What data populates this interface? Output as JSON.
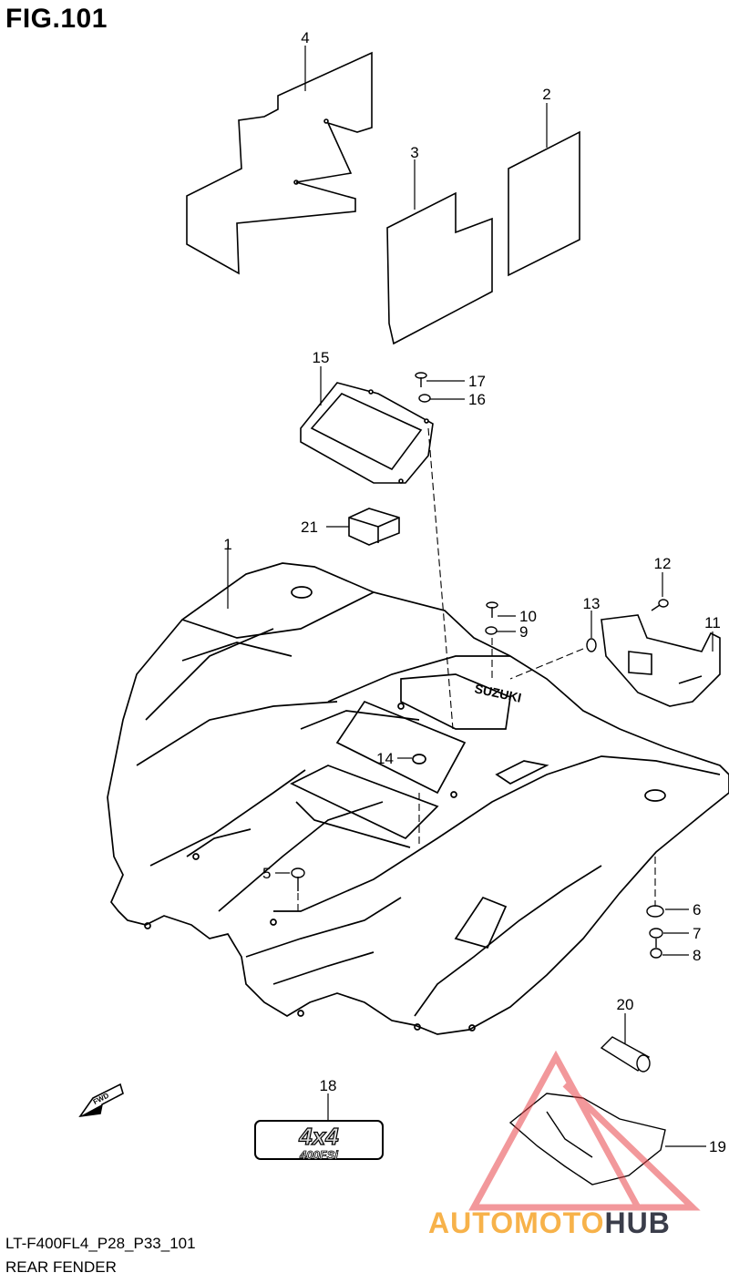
{
  "figure": {
    "title": "FIG.101",
    "code": "LT-F400FL4_P28_P33_101",
    "name": "REAR FENDER"
  },
  "callouts": [
    {
      "id": "c1",
      "label": "1"
    },
    {
      "id": "c2",
      "label": "2"
    },
    {
      "id": "c3",
      "label": "3"
    },
    {
      "id": "c4",
      "label": "4"
    },
    {
      "id": "c5",
      "label": "5"
    },
    {
      "id": "c6",
      "label": "6"
    },
    {
      "id": "c7",
      "label": "7"
    },
    {
      "id": "c8",
      "label": "8"
    },
    {
      "id": "c9",
      "label": "9"
    },
    {
      "id": "c10",
      "label": "10"
    },
    {
      "id": "c11",
      "label": "11"
    },
    {
      "id": "c12",
      "label": "12"
    },
    {
      "id": "c13",
      "label": "13"
    },
    {
      "id": "c14",
      "label": "14"
    },
    {
      "id": "c15",
      "label": "15"
    },
    {
      "id": "c16",
      "label": "16"
    },
    {
      "id": "c17",
      "label": "17"
    },
    {
      "id": "c18",
      "label": "18"
    },
    {
      "id": "c19",
      "label": "19"
    },
    {
      "id": "c20",
      "label": "20"
    },
    {
      "id": "c21",
      "label": "21"
    }
  ],
  "decal_18": {
    "line1": "4x4",
    "line2": "400FSi"
  },
  "fender_brand": "SUZUKI",
  "fwd_label": "FWD",
  "watermark": {
    "part1": "AUTOMOTO",
    "part2": "HUB",
    "color_primary": "#f7b24a",
    "color_secondary": "#3a3d4a",
    "triangle_color": "#e8454a"
  }
}
